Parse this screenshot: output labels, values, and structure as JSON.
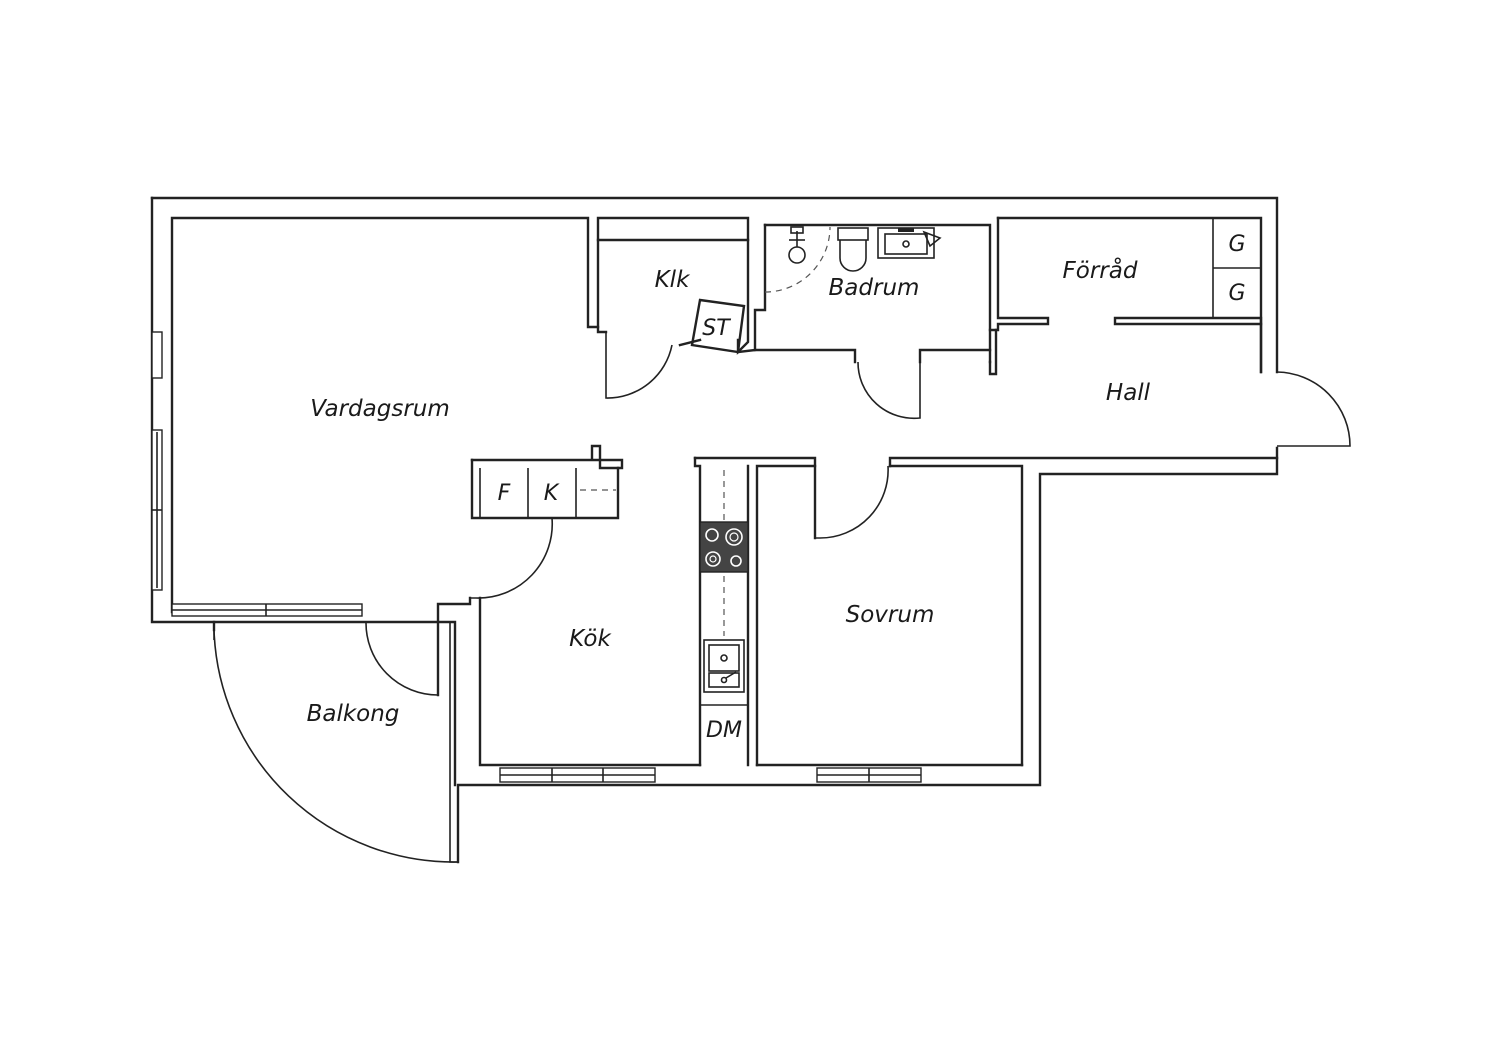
{
  "rooms": {
    "vardagsrum": "Vardagsrum",
    "klk": "Klk",
    "badrum": "Badrum",
    "forrad": "Förråd",
    "hall": "Hall",
    "kok": "Kök",
    "sovrum": "Sovrum",
    "balkong": "Balkong"
  },
  "fixtures": {
    "st": "ST",
    "g1": "G",
    "g2": "G",
    "f": "F",
    "k": "K",
    "dm": "DM"
  },
  "colors": {
    "line": "#222222",
    "background": "#ffffff",
    "stove": "#444444"
  }
}
